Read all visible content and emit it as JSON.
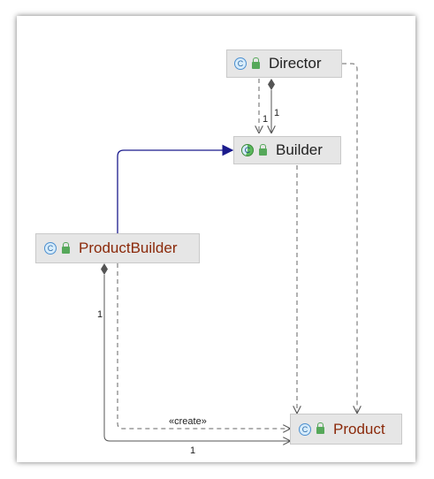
{
  "diagram": {
    "nodes": {
      "director": {
        "name": "Director"
      },
      "builder": {
        "name": "Builder"
      },
      "product_builder": {
        "name": "ProductBuilder"
      },
      "product": {
        "name": "Product"
      }
    },
    "edge_labels": {
      "director_builder_1": "1",
      "director_builder_2": "1",
      "productbuilder_product_mult": "1",
      "productbuilder_product_bottom": "1",
      "create": "«create»"
    },
    "class_icon_letter": "C",
    "colors": {
      "class_icon": "#4c8fcf",
      "inheritance_edge": "#1a1a8c",
      "dependency_edge": "#666666",
      "node_fill": "#e6e6e6",
      "name_brown": "#8b2a0b"
    }
  }
}
